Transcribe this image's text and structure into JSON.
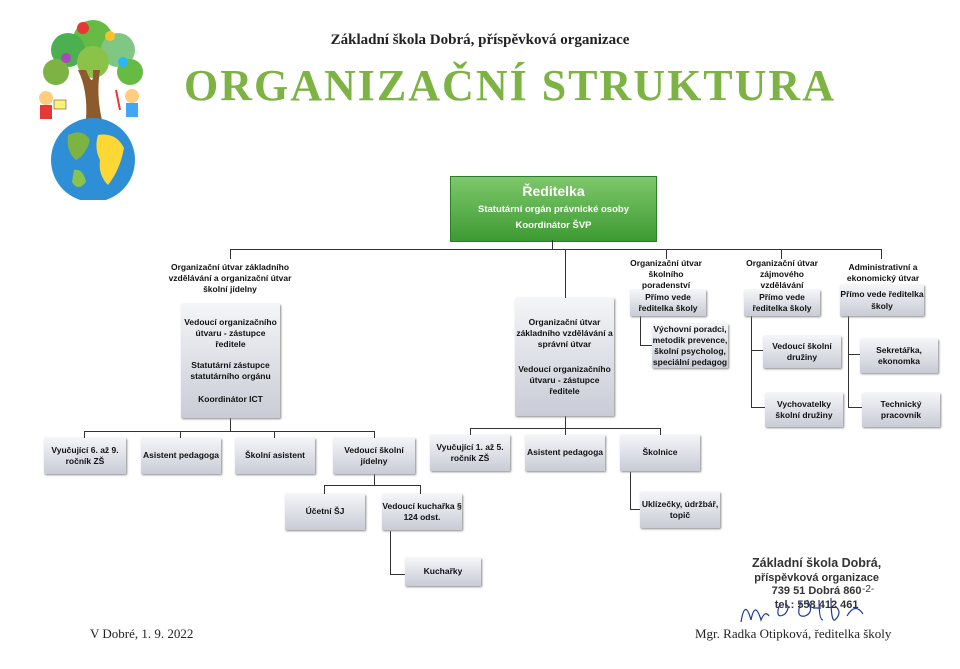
{
  "header": {
    "school_name": "Základní škola Dobrá, příspěvková organizace",
    "title": "ORGANIZAČNÍ STRUKTURA"
  },
  "director": {
    "title": "Ředitelka",
    "line1": "Statutární orgán právnické osoby",
    "line2": "Koordinátor ŠVP"
  },
  "unit_basic_2": {
    "heading": "Organizační útvar základního vzdělávání a organizační útvar školní jídelny",
    "head_role": "Vedoucí organizačního útvaru - zástupce ředitele",
    "statutory": "Statutární zástupce statutárního orgánu",
    "ict": "Koordinátor ICT",
    "children": {
      "teachers_2": "Vyučující 6. až 9. ročník ZŠ",
      "assistant_teacher": "Asistent pedagoga",
      "school_assistant": "Školní asistent",
      "canteen_head": "Vedoucí školní jídelny",
      "canteen_accountant": "Účetní ŠJ",
      "head_cook": "Vedoucí kuchařka § 124 odst.",
      "cooks": "Kuchařky"
    }
  },
  "unit_basic_1": {
    "heading": "Organizační útvar základního vzdělávání a správní útvar",
    "head_role": "Vedoucí organizačního útvaru - zástupce ředitele",
    "children": {
      "teachers_1": "Vyučující 1. až 5. ročník ZŠ",
      "assistant_teacher": "Asistent pedagoga",
      "janitor": "Školnice",
      "cleaners": "Uklízečky, údržbář, topič"
    }
  },
  "unit_counseling": {
    "heading": "Organizační útvar školního poradenství",
    "managed_by": "Přímo vede ředitelka školy",
    "staff": "Výchovní poradci, metodik prevence, školní psycholog, speciální pedagog"
  },
  "unit_leisure": {
    "heading": "Organizační útvar zájmového vzdělávání",
    "managed_by": "Přímo vede ředitelka školy",
    "club_head": "Vedoucí školní družiny",
    "club_staff": "Vychovatelky školní družiny"
  },
  "unit_admin": {
    "heading": "Administrativní a ekonomický útvar",
    "managed_by": "Přímo vede ředitelka školy",
    "secretary": "Sekretářka, ekonomka",
    "technician": "Technický pracovník"
  },
  "stamp": {
    "line1": "Základní škola Dobrá,",
    "line2": "příspěvková organizace",
    "line3": "739 51 Dobrá 860",
    "line4": "tel.: 558 412 461",
    "mark": "-2-"
  },
  "footer": {
    "date": "V Dobré, 1. 9. 2022",
    "signer": "Mgr. Radka Otipková, ředitelka školy"
  },
  "colors": {
    "title_green": "#7cb342",
    "director_green": "#3d9a33",
    "box_grey": "#c9ccd6"
  }
}
